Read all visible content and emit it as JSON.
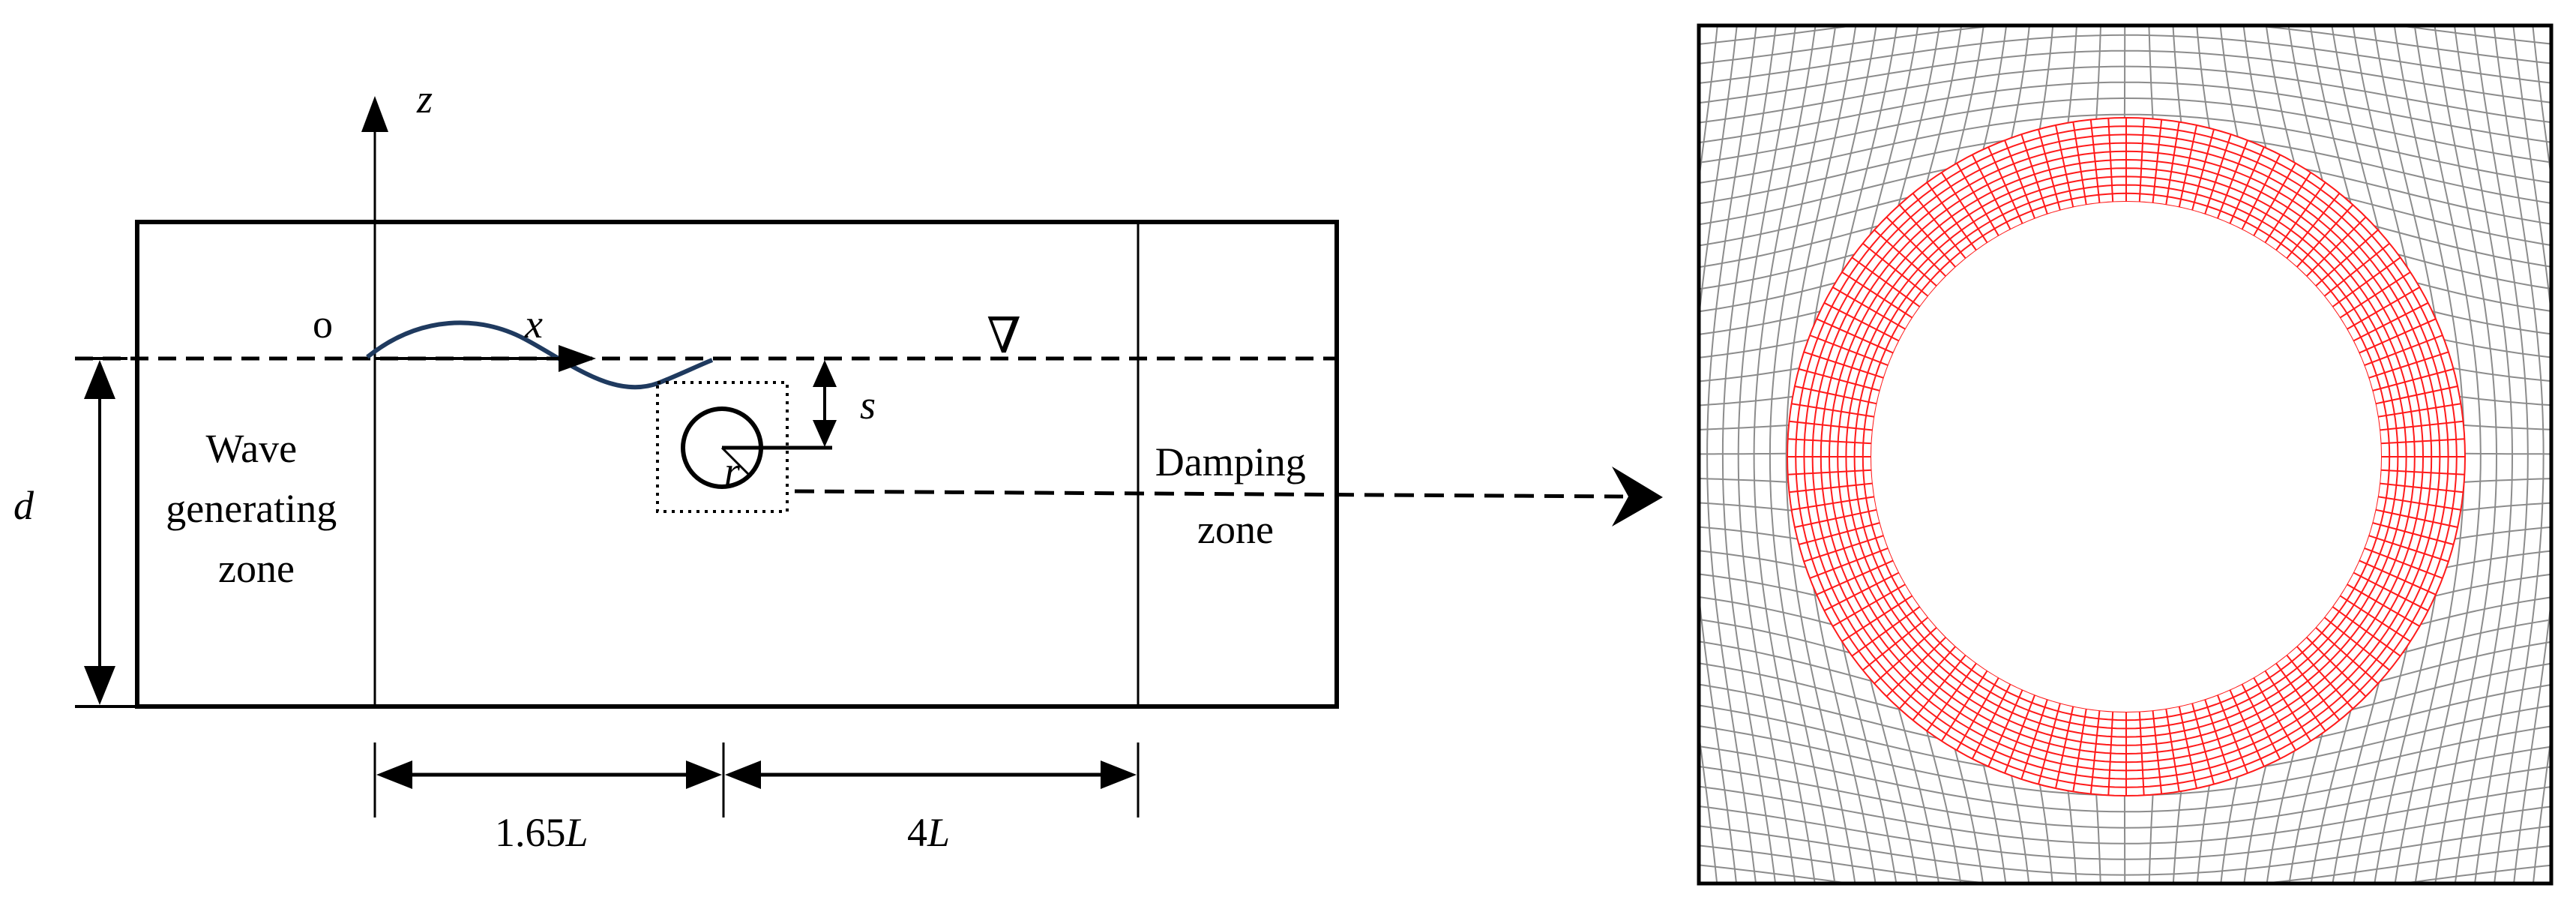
{
  "labels": {
    "z_axis": "z",
    "x_axis": "x",
    "origin": "o",
    "depth": "d",
    "submergence": "s",
    "radius": "r",
    "wave_zone_line1": "Wave",
    "wave_zone_line2": "generating",
    "wave_zone_line3": "zone",
    "damping_zone_line1": "Damping",
    "damping_zone_line2": "zone",
    "dim_left_number": "1.65",
    "dim_left_unit": "L",
    "dim_right_number": "4",
    "dim_right_unit": "L",
    "free_surface_symbol": "∇"
  },
  "colors": {
    "wave_curve": "#1f3a5f",
    "mesh_background": "#8c8c8c",
    "mesh_ring": "#ff1a1a",
    "line": "#000000"
  },
  "mesh": {
    "ring_radial_lines": 120,
    "ring_circumferential_layers": 10,
    "background_grid_rows": 42,
    "background_grid_cols": 42
  }
}
